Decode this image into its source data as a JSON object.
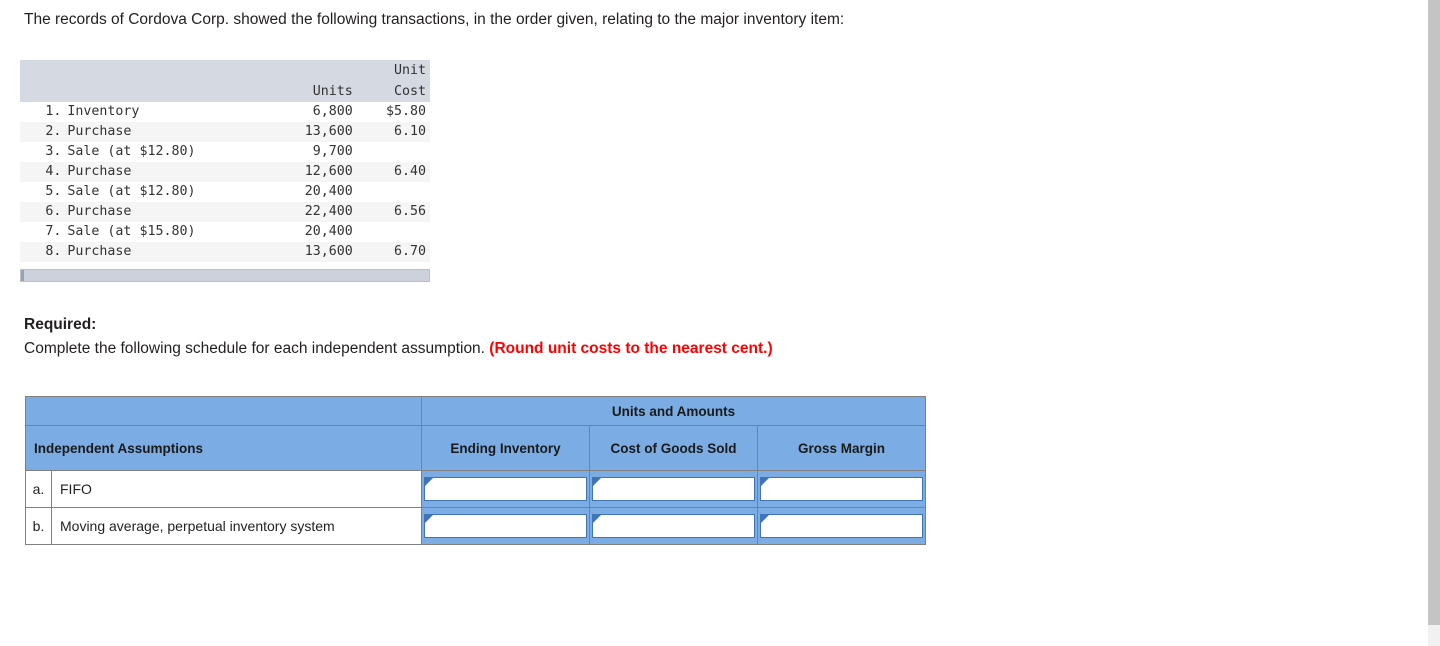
{
  "intro": "The records of Cordova Corp. showed the following transactions, in the order given, relating to the major inventory item:",
  "transactions_table": {
    "headers": {
      "blank": "",
      "units_top": "",
      "cost_top": "Unit",
      "units": "Units",
      "cost": "Cost"
    },
    "rows": [
      {
        "num": "1.",
        "desc": "Inventory",
        "units": "6,800",
        "cost": "$5.80"
      },
      {
        "num": "2.",
        "desc": "Purchase",
        "units": "13,600",
        "cost": "6.10"
      },
      {
        "num": "3.",
        "desc": "Sale (at $12.80)",
        "units": "9,700",
        "cost": ""
      },
      {
        "num": "4.",
        "desc": "Purchase",
        "units": "12,600",
        "cost": "6.40"
      },
      {
        "num": "5.",
        "desc": "Sale (at $12.80)",
        "units": "20,400",
        "cost": ""
      },
      {
        "num": "6.",
        "desc": "Purchase",
        "units": "22,400",
        "cost": "6.56"
      },
      {
        "num": "7.",
        "desc": "Sale (at $15.80)",
        "units": "20,400",
        "cost": ""
      },
      {
        "num": "8.",
        "desc": "Purchase",
        "units": "13,600",
        "cost": "6.70"
      }
    ]
  },
  "required": {
    "label": "Required:",
    "text": "Complete the following schedule for each independent assumption. ",
    "note": "(Round unit costs to the nearest cent.)"
  },
  "schedule": {
    "group_header": "Units and Amounts",
    "col_assumptions": "Independent Assumptions",
    "col_ending_inventory": "Ending Inventory",
    "col_cogs": "Cost of Goods Sold",
    "col_gross_margin": "Gross Margin",
    "rows": [
      {
        "letter": "a.",
        "assumption": "FIFO",
        "ending_inventory": "",
        "cogs": "",
        "gross_margin": ""
      },
      {
        "letter": "b.",
        "assumption": "Moving average, perpetual inventory system",
        "ending_inventory": "",
        "cogs": "",
        "gross_margin": ""
      }
    ]
  },
  "colors": {
    "header_blue": "#7bace3",
    "txn_header_gray": "#d5d9e2",
    "alert_red": "#ff0000",
    "input_border": "#3f75b5"
  }
}
